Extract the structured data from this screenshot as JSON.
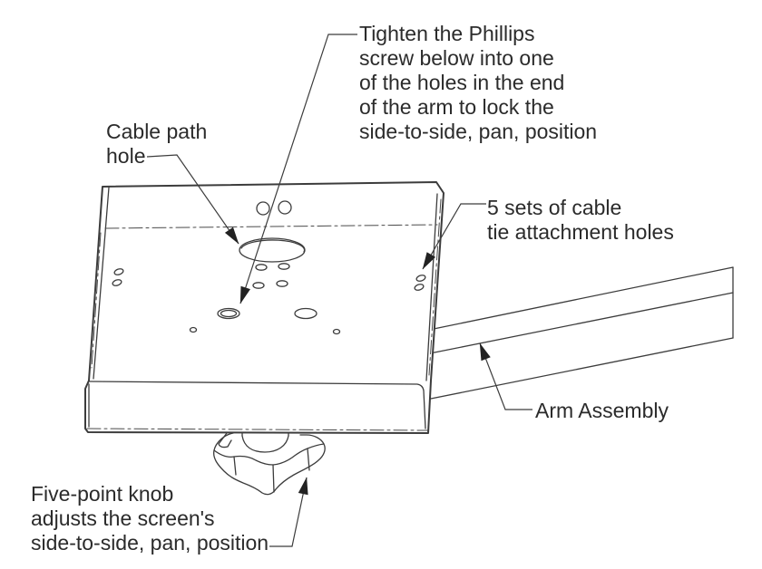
{
  "labels": {
    "phillips_note": {
      "lines": [
        "Tighten the Phillips",
        "screw below into one",
        "of the holes in the end",
        "of the arm to lock the",
        "side-to-side, pan, position"
      ]
    },
    "cable_path_hole": {
      "lines": [
        "Cable path",
        "hole"
      ]
    },
    "cable_tie_holes": {
      "lines": [
        "5 sets of cable",
        "tie attachment holes"
      ]
    },
    "arm_assembly": {
      "lines": [
        "Arm Assembly"
      ]
    },
    "five_point_knob": {
      "lines": [
        "Five-point knob",
        "adjusts the screen's",
        "side-to-side, pan, position"
      ]
    }
  },
  "colors": {
    "background": "#ffffff",
    "line": "#3c3c3c",
    "text": "#2b2b2b",
    "arrow": "#222222"
  }
}
